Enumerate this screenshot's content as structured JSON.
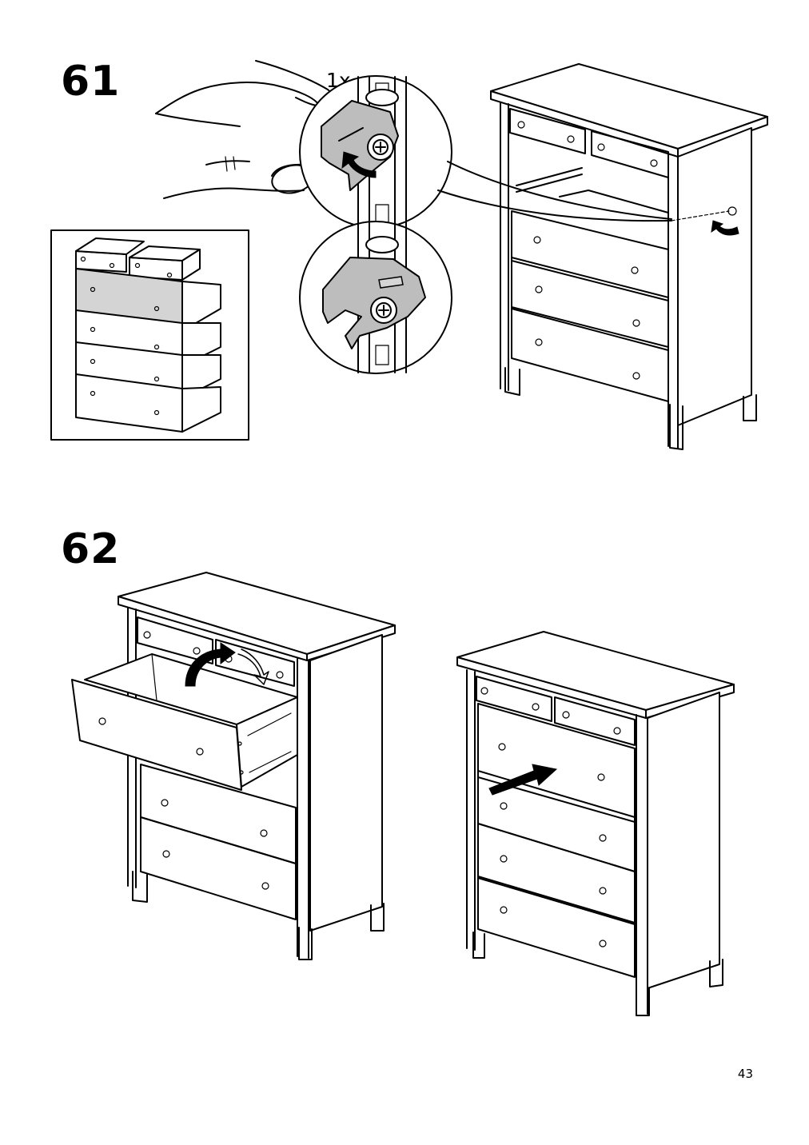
{
  "steps": [
    {
      "number": "61",
      "quantity_label": "1x"
    },
    {
      "number": "62"
    }
  ],
  "page_number": "43",
  "icons": [
    "hand-icon",
    "clip-detail-icon",
    "dresser-illustration",
    "rotate-arrow-icon",
    "push-arrow-icon"
  ]
}
